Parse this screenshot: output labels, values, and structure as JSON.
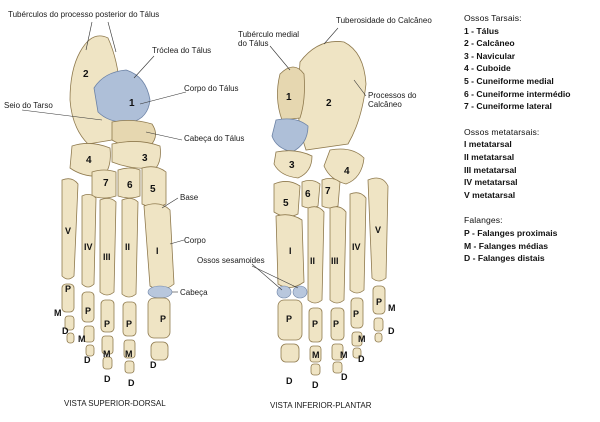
{
  "views": {
    "dorsal": {
      "caption": "VISTA SUPERIOR-DORSAL",
      "labels": {
        "tuberculos": "Tubérculos do processo posterior do Tálus",
        "troclea": "Tróclea do Tálus",
        "corpo_talus": "Corpo do Tálus",
        "seio": "Seio do Tarso",
        "cabeca_talus": "Cabeça do Tálus",
        "base": "Base",
        "corpo": "Corpo",
        "sesamoides": "Ossos sesamoides",
        "cabeca": "Cabeça"
      },
      "bone_numbers": [
        "2",
        "1",
        "4",
        "3",
        "7",
        "6",
        "5"
      ],
      "metatarsal_numerals": [
        "V",
        "IV",
        "III",
        "II",
        "I"
      ],
      "phalanx_letters": [
        "P",
        "M",
        "D",
        "P",
        "M",
        "D",
        "P",
        "M",
        "D",
        "P",
        "M",
        "D",
        "P",
        "D"
      ]
    },
    "plantar": {
      "caption": "VISTA INFERIOR-PLANTAR",
      "labels": {
        "tuberosidade": "Tuberosidade do Calcâneo",
        "tuberculo_medial": "Tubérculo medial do Tálus",
        "processos": "Processos do Calcâneo"
      },
      "bone_numbers": [
        "1",
        "2",
        "3",
        "4",
        "5",
        "6",
        "7"
      ],
      "metatarsal_numerals": [
        "I",
        "II",
        "III",
        "IV",
        "V"
      ],
      "phalanx_letters": [
        "P",
        "D",
        "P",
        "M",
        "D",
        "P",
        "M",
        "D",
        "P",
        "M",
        "D",
        "P",
        "M",
        "D"
      ]
    }
  },
  "legend": {
    "tarsais_title": "Ossos Tarsais:",
    "tarsais": [
      "1 - Tálus",
      "2 - Calcâneo",
      "3 - Navicular",
      "4 - Cuboide",
      "5 - Cuneiforme medial",
      "6 - Cuneiforme intermédio",
      "7 - Cuneiforme lateral"
    ],
    "metatarsais_title": "Ossos metatarsais:",
    "metatarsais": [
      "I metatarsal",
      "II metatarsal",
      "III metatarsal",
      "IV metatarsal",
      "V metatarsal"
    ],
    "falanges_title": "Falanges:",
    "falanges": [
      "P - Falanges proximais",
      "M - Falanges médias",
      "D - Falanges distais"
    ]
  }
}
